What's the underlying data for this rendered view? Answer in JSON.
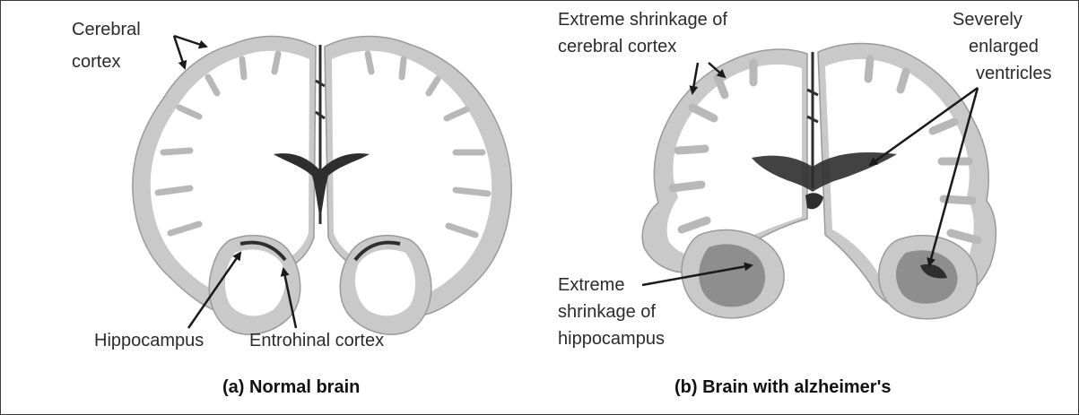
{
  "panel_a": {
    "caption": "(a) Normal brain",
    "labels": {
      "cerebral_cortex_line1": "Cerebral",
      "cerebral_cortex_line2": "cortex",
      "hippocampus": "Hippocampus",
      "entorhinal_cortex": "Entrohinal cortex"
    }
  },
  "panel_b": {
    "caption": "(b) Brain with alzheimer's",
    "labels": {
      "cortex_shrinkage_line1": "Extreme shrinkage of",
      "cortex_shrinkage_line2": "cerebral cortex",
      "ventricles_line1": "Severely",
      "ventricles_line2": "enlarged",
      "ventricles_line3": "ventricles",
      "hippocampus_shrinkage_line1": "Extreme",
      "hippocampus_shrinkage_line2": "shrinkage of",
      "hippocampus_shrinkage_line3": "hippocampus"
    }
  },
  "colors": {
    "gray_matter": "#c9c9c9",
    "white_matter": "#ffffff",
    "ventricle": "#2e2e2e",
    "text": "#2b2b2b",
    "arrow": "#1a1a1a"
  }
}
